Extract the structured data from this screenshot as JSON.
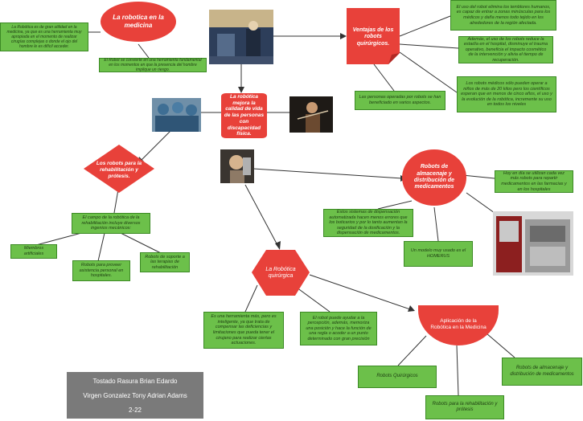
{
  "nodes": {
    "intro_title": "La robotica en la medicina",
    "intro_left": "La Robótica es de gran utilidad en la medicina, ya que es una herramienta muy apropiada en el momento de realizar cirugías complejas o donde el ojo del hombre le es difícil acceder.",
    "intro_bottom": "El Robot se convierte en una herramienta fundamental en los momentos en que la presencia del hombre implique un riesgo.",
    "center": "La robótica mejora la calidad de vida de las personas con discapacidad física.",
    "surgical_title": "Ventajas de los robots quirúrgicos.",
    "surgical_1": "El uso del robot elimina los temblores humanos, es capaz de entrar a zonas minúsculas para los médicos y daña menos todo tejido en los alrededores de la región afectada.",
    "surgical_2": "Además, el uso de los robots reduce la estadía en el hospital, disminuye el trauma operativo, beneficia el impacto cosmético de la intervención y alivia el tiempo de recuperación.",
    "surgical_3": "Los robots médicos sólo pueden operar a niños de más de 20 kilos pero los científicos esperan que en menos de cinco años, el uso y la evolución de la robótica, incremente su uso en todos los niveles",
    "surgical_4": "Las personas operadas por robots se han beneficiado en varios aspectos.",
    "rehab_title": "Los robots para la rehabilitación y prótesis.",
    "rehab_field": "El campo de la robótica de la rehabilitación incluye diversos ingenios mecánicos:",
    "rehab_1": "Miembros artificiales",
    "rehab_2": "Robots para proveer asistencia personal en hospitales.",
    "rehab_3": "Robots de soporte a las terapias de rehabilitación",
    "storage_title": "Robots de almacenaje y distribución de medicamentos",
    "storage_1": "Hoy en día se utilizan cada vez más robots para repartir medicamentos en las farmacias y en los hospitales",
    "storage_2": "Estos sistemas de dispensación automatizada hacen menos errores que los boticarios y por lo tanto aumentan la seguridad de la dosificación y la dispensación de medicamentos.",
    "storage_3": "Un modelo muy usado es el HOMERUS",
    "hex_title": "La Robótica quirúrgica",
    "hex_1": "Es una herramienta más, pero es inteligente, ya que trata de compensar las deficiencias y limitaciones que pueda tener el cirujano para realizar ciertas actuaciones.",
    "hex_2": "El robot puede ayudar a la percepción, además, memoriza una posición y hace la función de una regla o acoder a un punto determinado con gran precisión",
    "app_title": "Aplicación de la Robótica en la Medicina",
    "app_1": "Robots Quirúrgicos",
    "app_2": "Robots de almacenaje y distribución de medicamentos",
    "app_3": "Robots para la rehabilitación y prótesis"
  },
  "credits": {
    "name1": "Tostado Rasura Brian Edardo",
    "name2": "Virgen Gonzalez Tony Adrian Adams",
    "group": "2-22"
  },
  "colors": {
    "red": "#e8413a",
    "green": "#6cc04a",
    "credit_bg": "#7a7a7a"
  }
}
